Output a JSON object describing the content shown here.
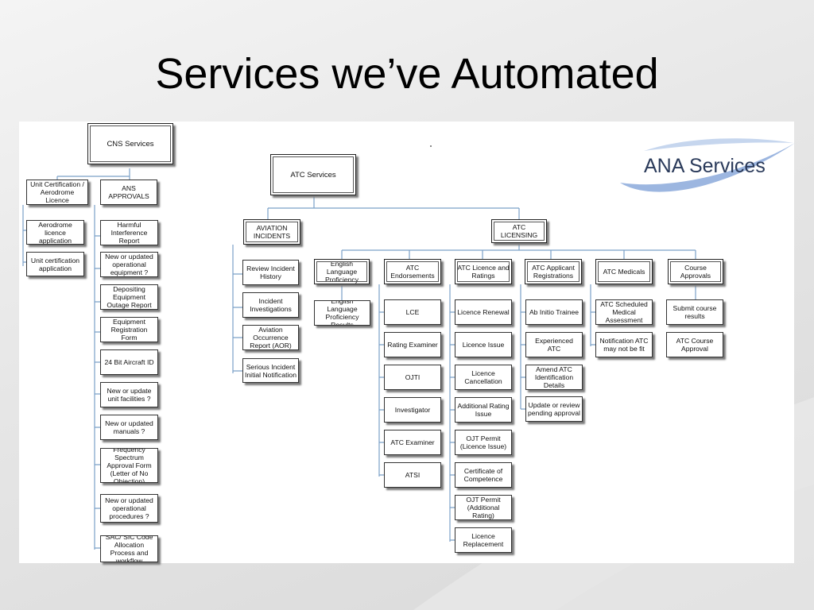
{
  "slide": {
    "title": "Services we’ve Automated",
    "logo_text": "ANA Services"
  },
  "colors": {
    "connector": "#7aa0c8",
    "box_border": "#333333",
    "logo_swoosh": "#9cb6e0"
  },
  "diagram": {
    "cns_services": "CNS Services",
    "unit_certification": "Unit Certification / Aerodrome Licence",
    "ans_approvals": "ANS APPROVALS",
    "aerodrome_licence_application": "Aerodrome licence application",
    "unit_certification_application": "Unit certification application",
    "harmful_interference_report": "Harmful Interference Report",
    "new_updated_operational_equipment": "New or updated operational equipment ?",
    "depositing_equipment_outage_report": "Depositing Equipment Outage Report",
    "equipment_registration_form": "Equipment Registration Form",
    "bit24_aircraft_id": "24 Bit Aircraft ID",
    "new_update_unit_facilities": "New or update unit facilities ?",
    "new_updated_manuals": "New or updated manuals ?",
    "frequency_spectrum_approval": "Frequency Spectrum Approval Form (Letter of No Objection)",
    "new_updated_operational_procedures": "New or updated operational procedures ?",
    "sac_sic_code": "SAC/ SIC Code Allocation Process and workflow",
    "atc_services": "ATC Services",
    "aviation_incidents": "AVIATION INCIDENTS",
    "atc_licensing": "ATC LICENSING",
    "review_incident_history": "Review Incident History",
    "incident_investigations": "Incident Investigations",
    "aviation_occurrence_report": "Aviation Occurrence Report (AOR)",
    "serious_incident_notification": "Serious Incident Initial Notification",
    "english_language_proficiency": "English Language Proficiency",
    "english_language_proficiency_results": "English Language Proficiency Results",
    "atc_endorsements": "ATC Endorsements",
    "lce": "LCE",
    "rating_examiner": "Rating Examiner",
    "ojti": "OJTI",
    "investigator": "Investigator",
    "atc_examiner": "ATC Examiner",
    "atsi": "ATSI",
    "atc_licence_and_ratings": "ATC Licence and Ratings",
    "licence_renewal": "Licence Renewal",
    "licence_issue": "Licence Issue",
    "licence_cancellation": "Licence Cancellation",
    "additional_rating_issue": "Additional Rating Issue",
    "ojt_permit_licence_issue": "OJT Permit (Licence Issue)",
    "certificate_of_competence": "Certificate of Competence",
    "ojt_permit_additional_rating": "OJT Permit (Additional Rating)",
    "licence_replacement": "Licence Replacement",
    "atc_applicant_registrations": "ATC Applicant Registrations",
    "ab_initio_trainee": "Ab Initio Trainee",
    "experienced_atc": "Experienced ATC",
    "amend_atc_identification_details": "Amend ATC Identification Details",
    "update_or_review_pending_approval": "Update or review pending approval",
    "atc_medicals": "ATC Medicals",
    "atc_scheduled_medical_assessment": "ATC Scheduled Medical Assessment",
    "notification_atc_may_not_be_fit": "Notification ATC may not be fit",
    "course_approvals": "Course Approvals",
    "submit_course_results": "Submit course results",
    "atc_course_approval": "ATC Course Approval"
  }
}
